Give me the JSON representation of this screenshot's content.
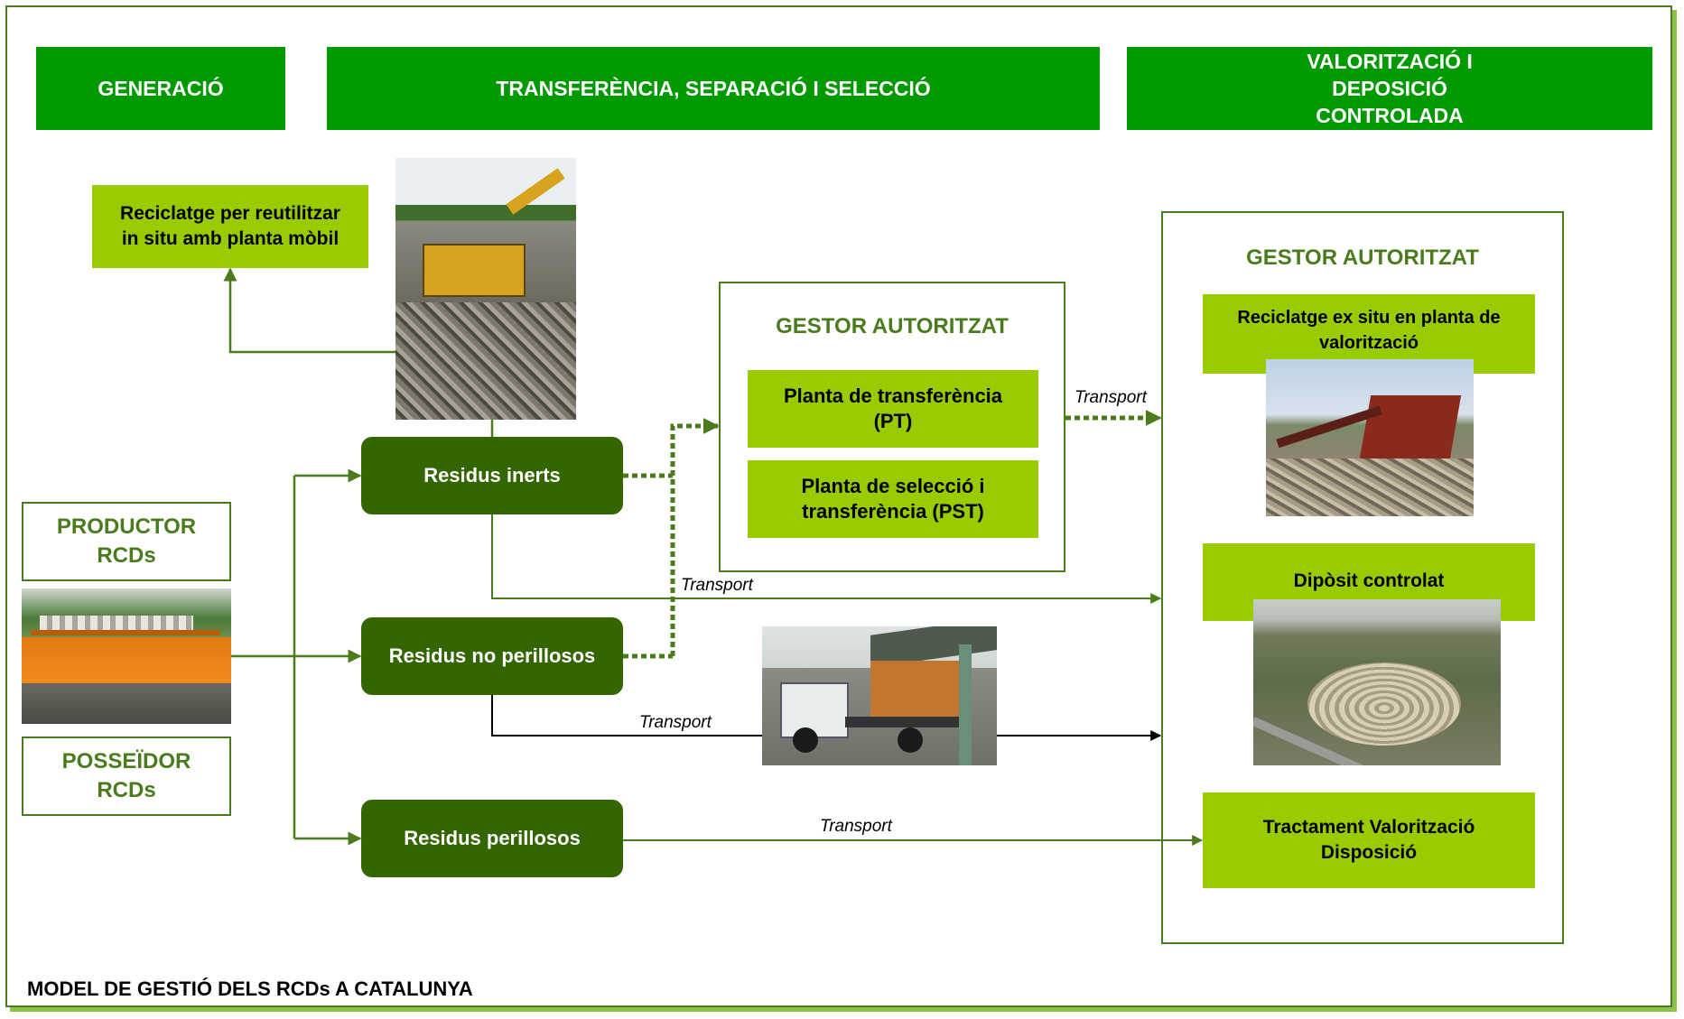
{
  "headers": {
    "generacio": "GENERACIÓ",
    "transferencia": "TRANSFERÈNCIA, SEPARACIÓ I SELECCIÓ",
    "valoritzacio": "VALORITZACIÓ I DEPOSICIÓ CONTROLADA"
  },
  "reciclatge_in_situ": "Reciclatge per reutilitzar in situ amb planta mòbil",
  "productor": "PRODUCTOR RCDs",
  "posseidor": "POSSEÏDOR RCDs",
  "residus": {
    "inerts": "Residus inerts",
    "no_perillosos": "Residus no perillosos",
    "perillosos": "Residus perillosos"
  },
  "gestor_mid": {
    "title": "GESTOR AUTORITZAT",
    "pt": "Planta de transferència (PT)",
    "pst": "Planta de selecció i transferència (PST)"
  },
  "gestor_right": {
    "title": "GESTOR AUTORITZAT",
    "reciclatge_ex_situ": "Reciclatge ex situ en planta de valorització",
    "diposit": "Dipòsit controlat",
    "tractament": "Tractament Valorització Disposició"
  },
  "transport_label": "Transport",
  "footer": "MODEL DE GESTIÓ DELS RCDs A CATALUNYA",
  "colors": {
    "header_green": "#009900",
    "light_green": "#99cc00",
    "dark_green": "#336600",
    "outline_green": "#4a7c1e"
  }
}
